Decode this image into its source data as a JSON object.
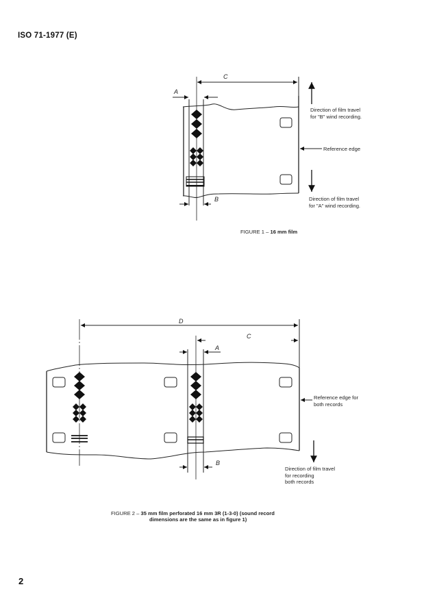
{
  "header": {
    "standard_id": "ISO 71-1977 (E)"
  },
  "figure1": {
    "caption_prefix": "FIGURE 1 – ",
    "caption_title": "16 mm film",
    "dimensions": {
      "a": "A",
      "b": "B",
      "c": "C"
    },
    "notes": {
      "direction_b_line1": "Direction of film travel",
      "direction_b_line2": "for \"B\" wind recording.",
      "reference_edge": "Reference edge",
      "direction_a_line1": "Direction of film travel",
      "direction_a_line2": "for \"A\" wind recording."
    }
  },
  "figure2": {
    "caption_prefix": "FIGURE 2 – ",
    "caption_title": "35 mm film perforated 16 mm 3R (1-3-0) (sound record",
    "caption_line2": "dimensions are the same as in figure 1)",
    "dimensions": {
      "a": "A",
      "b": "B",
      "c": "C",
      "d": "D"
    },
    "notes": {
      "reference_line1": "Reference edge for",
      "reference_line2": "both records",
      "direction_line1": "Direction of film travel",
      "direction_line2": "for recording",
      "direction_line3": "both records"
    }
  },
  "page": {
    "number": "2"
  }
}
